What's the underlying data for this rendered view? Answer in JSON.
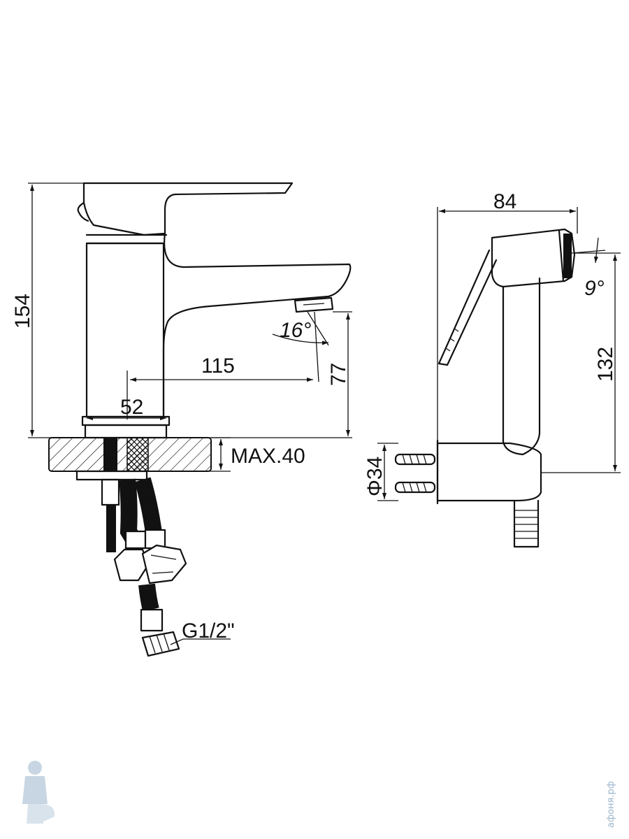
{
  "dimensions": {
    "total_height": "154",
    "spout_reach": "115",
    "base_diameter": "52",
    "spout_height": "77",
    "spout_angle": "16°",
    "countertop_max": "MAX.40",
    "connection_thread": "G1/2\"",
    "hygienic_shower_length": "84",
    "hygienic_shower_height": "132",
    "shower_angle": "9°",
    "holder_diameter": "Φ34"
  },
  "watermark": {
    "text": "афоня.рф"
  },
  "colors": {
    "line": "#111111",
    "watermark": "#9bb6cc"
  }
}
